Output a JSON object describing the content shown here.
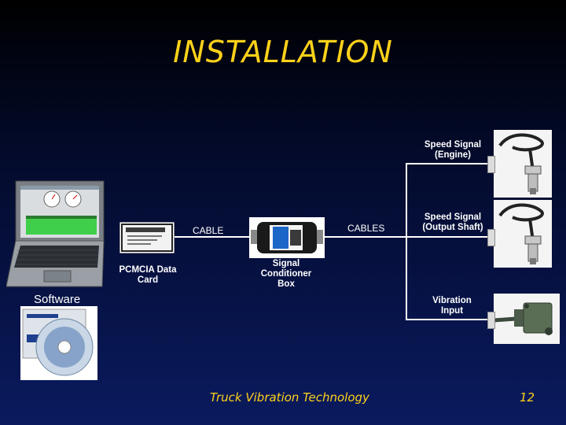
{
  "slide": {
    "title": "INSTALLATION",
    "footer_text": "Truck Vibration Technology",
    "page_number": "12"
  },
  "labels": {
    "software": "Software",
    "pcmcia": "PCMCIA Data Card",
    "cable": "CABLE",
    "cables": "CABLES",
    "signal_box": "Signal Conditioner Box",
    "speed_engine": "Speed Signal (Engine)",
    "speed_output": "Speed Signal (Output Shaft)",
    "vibration": "Vibration Input"
  },
  "colors": {
    "title": "#ffd21a",
    "footer": "#ffd21a",
    "label": "#ffffff",
    "wire": "#ffffff"
  }
}
